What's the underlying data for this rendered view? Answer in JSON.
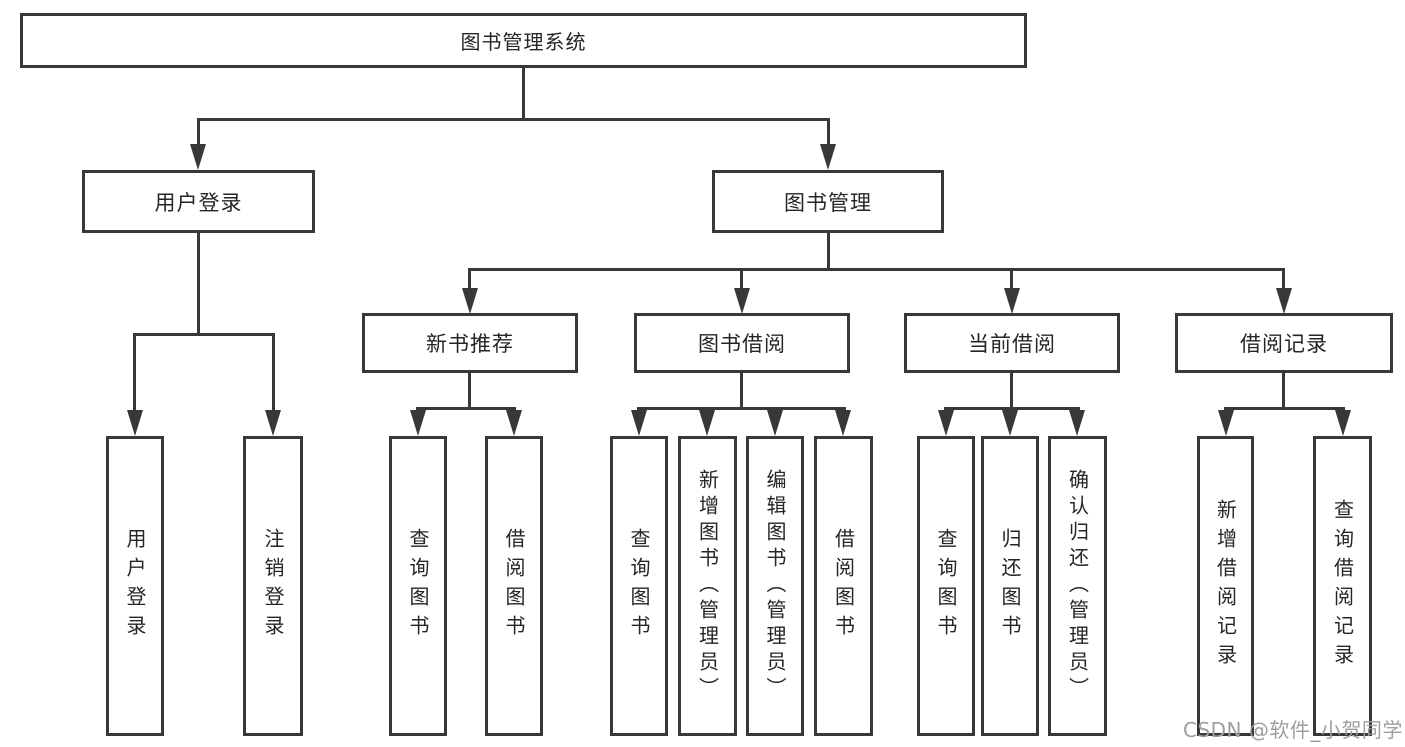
{
  "tree": {
    "root": "图书管理系统",
    "branches": [
      {
        "label": "用户登录",
        "children": [
          {
            "label": "用户登录"
          },
          {
            "label": "注销登录"
          }
        ]
      },
      {
        "label": "图书管理",
        "children": [
          {
            "label": "新书推荐",
            "children": [
              {
                "label": "查询图书"
              },
              {
                "label": "借阅图书"
              }
            ]
          },
          {
            "label": "图书借阅",
            "children": [
              {
                "label": "查询图书"
              },
              {
                "label": "新增图书（管理员）"
              },
              {
                "label": "编辑图书（管理员）"
              },
              {
                "label": "借阅图书"
              }
            ]
          },
          {
            "label": "当前借阅",
            "children": [
              {
                "label": "查询图书"
              },
              {
                "label": "归还图书"
              },
              {
                "label": "确认归还（管理员）"
              }
            ]
          },
          {
            "label": "借阅记录",
            "children": [
              {
                "label": "新增借阅记录"
              },
              {
                "label": "查询借阅记录"
              }
            ]
          }
        ]
      }
    ]
  },
  "watermark": "CSDN @软件_小贺同学",
  "colors": {
    "line": "#383838",
    "box_fill": "#ffffff",
    "text": "#262626",
    "watermark": "#9e9e9e",
    "background": "#ffffff"
  }
}
